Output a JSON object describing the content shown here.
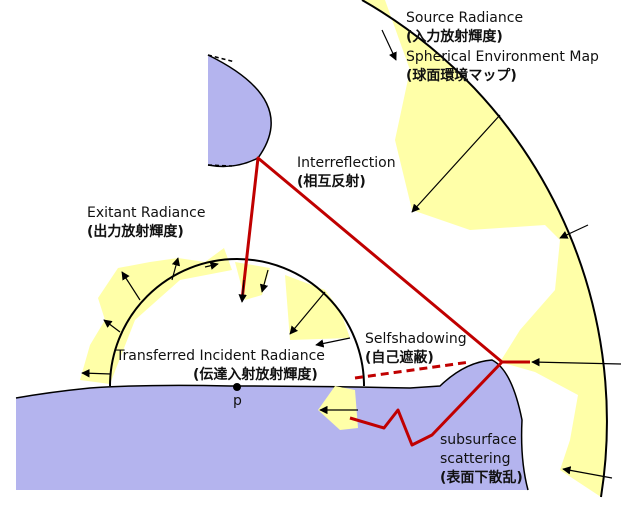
{
  "colors": {
    "lobe_fill": "#ffffa8",
    "surface_fill": "#b4b4ee",
    "light_path": "#c00000",
    "line": "#000000"
  },
  "labels": {
    "source_radiance": "Source Radiance",
    "source_radiance_jp": "(入力放射輝度)",
    "environment_map": "Spherical Environment Map",
    "environment_map_jp": "(球面環境マップ)",
    "interreflection": "Interreflection",
    "interreflection_jp": "(相互反射)",
    "exitant_radiance": "Exitant Radiance",
    "exitant_radiance_jp": "(出力放射輝度)",
    "selfshadowing": "Selfshadowing",
    "selfshadowing_jp": "(自己遮蔽)",
    "transferred_incident": "Transferred Incident Radiance",
    "transferred_incident_jp": "(伝達入射放射輝度)",
    "point": "p",
    "subsurface_1": "subsurface",
    "subsurface_2": "scattering",
    "subsurface_jp": "(表面下散乱)"
  }
}
